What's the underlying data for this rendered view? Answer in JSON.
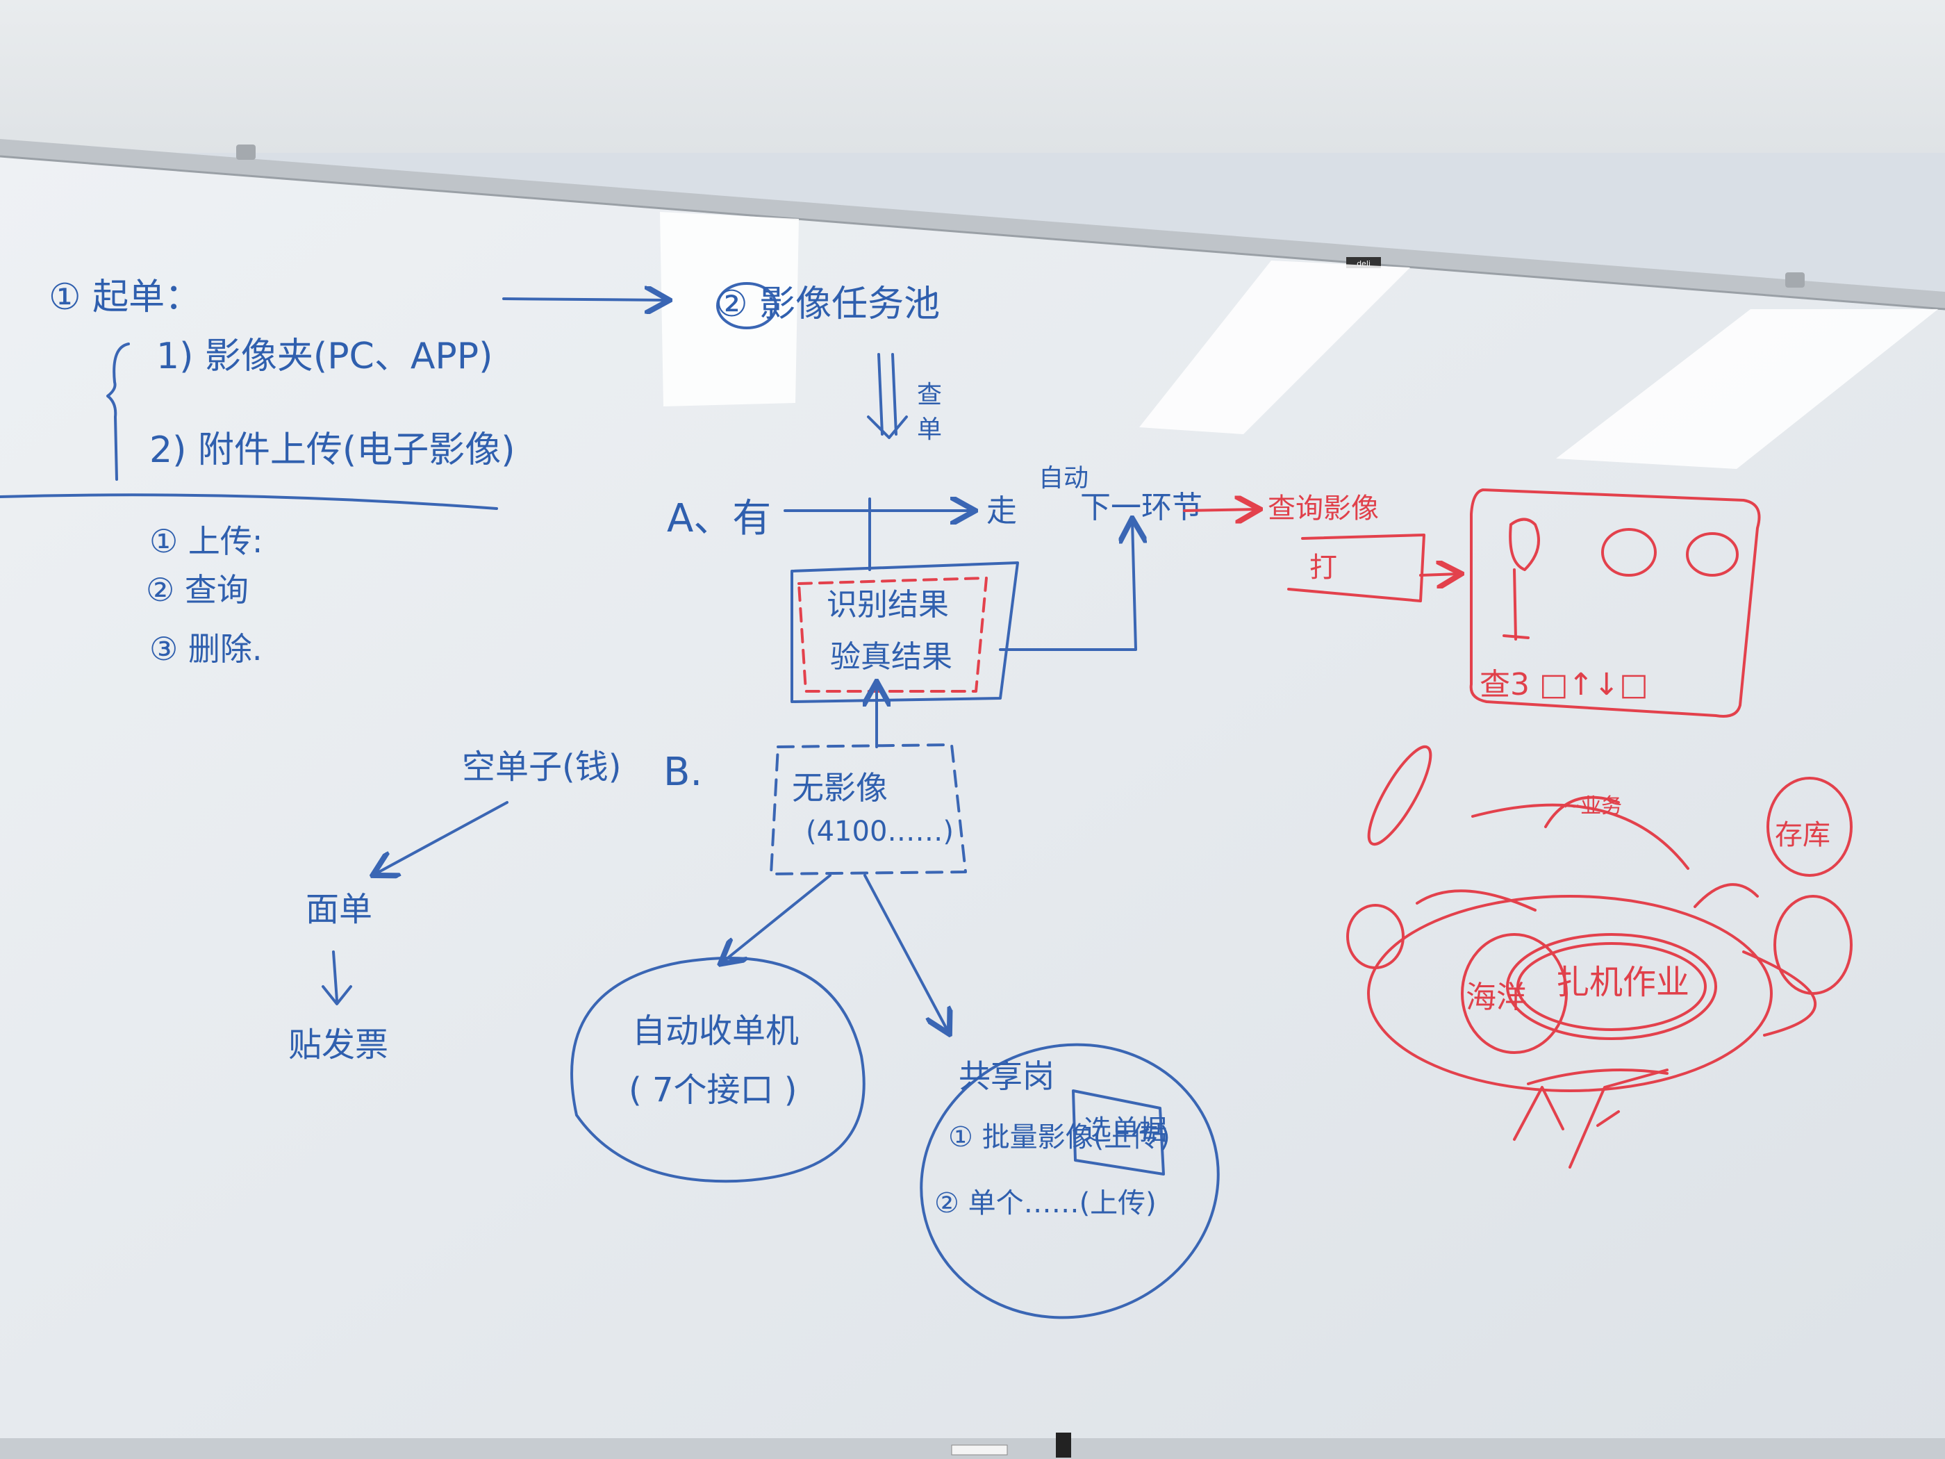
{
  "board": {
    "brand": "deli",
    "left_notes": {
      "title": "① 起单：",
      "item1": "1) 影像夹(PC、APP)",
      "item2": "2) 附件上传(电子影像)",
      "sub1": "① 上传:",
      "sub2": "② 查询",
      "sub3": "③ 删除."
    },
    "pool": {
      "label": "② 影像任务池",
      "down_label_1": "查",
      "down_label_2": "单"
    },
    "branch_a": {
      "label": "A、有",
      "arrow_text": "走",
      "auto": "自动",
      "next": "下一环节",
      "box_line1": "识别结果",
      "box_line2": "验真结果"
    },
    "branch_b": {
      "label": "B.",
      "no_image": "无影像",
      "no_image_sub": "(4100……)"
    },
    "empty_order": "空单子(钱)",
    "face_order": "面单",
    "paste_ticket": "贴发票",
    "auto_collect": "自动收单机",
    "auto_collect_sub": "( 7个接口 )",
    "share_title": "共享岗",
    "share_tag": "选单据",
    "share_item1": "① 批量影像(上传)",
    "share_item2": "② 单个……(上传)",
    "red_query": "查询影像",
    "red_box_text": "打",
    "red_bottom": "查3 □↑↓□",
    "red_center": "扎机作业",
    "red_left": "海洋",
    "red_top": "~业务",
    "red_right": "存库"
  }
}
